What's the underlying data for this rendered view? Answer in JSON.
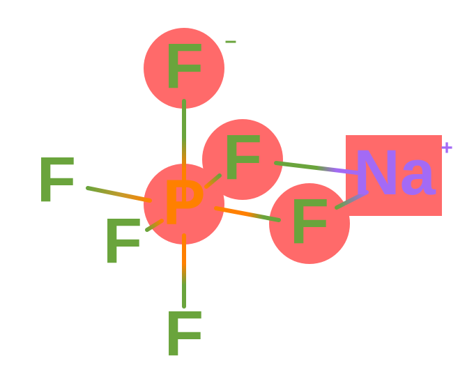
{
  "colors": {
    "fluorine": "#6aa43c",
    "phosphorus": "#ff8000",
    "sodium": "#a36af5",
    "highlight": "#ff6a6a",
    "background": "#ffffff"
  },
  "atoms": {
    "f_top": {
      "symbol": "F",
      "charge": "–"
    },
    "f_mid": {
      "symbol": "F"
    },
    "f_left": {
      "symbol": "F"
    },
    "f_lower": {
      "symbol": "F"
    },
    "f_bottom": {
      "symbol": "F"
    },
    "f_right": {
      "symbol": "F"
    },
    "p": {
      "symbol": "P"
    },
    "na": {
      "symbol": "Na",
      "charge": "+"
    }
  },
  "bonds": [
    {
      "from": "p",
      "to": "f_top"
    },
    {
      "from": "p",
      "to": "f_mid"
    },
    {
      "from": "p",
      "to": "f_left"
    },
    {
      "from": "p",
      "to": "f_lower"
    },
    {
      "from": "p",
      "to": "f_bottom"
    },
    {
      "from": "p",
      "to": "f_right"
    },
    {
      "from": "f_mid",
      "to": "na"
    },
    {
      "from": "f_right",
      "to": "na"
    }
  ]
}
